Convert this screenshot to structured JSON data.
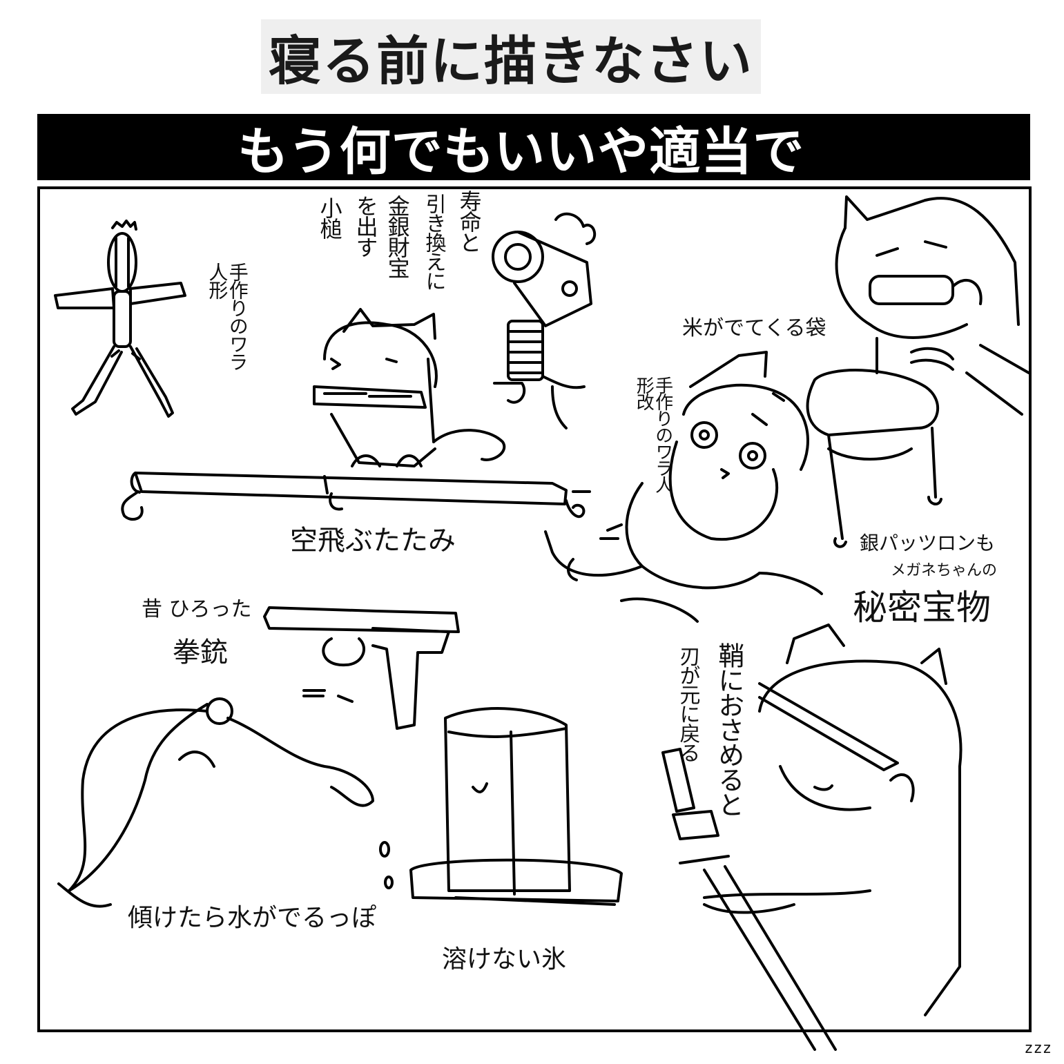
{
  "title": "寝る前に描きなさい",
  "banner": "もう何でもいいや適当で",
  "labels": {
    "straw_doll": "手作りのワラ人形",
    "mallet_col1": "小槌",
    "mallet_col2": "を出す",
    "mallet_col3": "金銀財宝",
    "mallet_col4": "引き換えに",
    "mallet_col5": "寿命と",
    "flying_mat": "空飛ぶたたみ",
    "rice_bag": "米がでてくる袋",
    "straw_doll_kai": "手作りのワラ人形改",
    "pants_line1": "銀パッツロンも",
    "pants_line2": "メガネちゃんの",
    "secret_treasure": "秘密宝物",
    "pistol_line1": "昔 ひろった",
    "pistol_line2": "拳銃",
    "scabbard_col1": "鞘におさめると",
    "scabbard_col2": "刃が元に戻る",
    "jar": "傾けたら水がでるっぽ",
    "ice": "溶けない氷"
  },
  "signature": "zzz"
}
